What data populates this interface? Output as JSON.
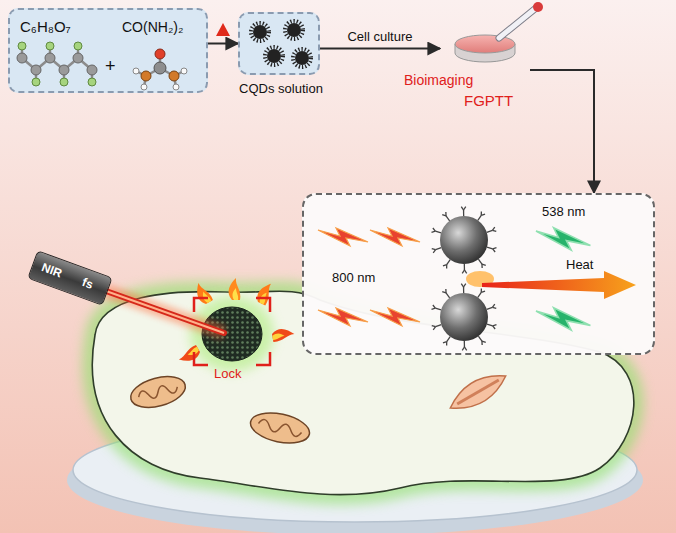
{
  "diagram": {
    "nodes": [
      {
        "text": [
          "C₆H₈O₇",
          "+",
          "CO(NH₂)₂"
        ]
      },
      {
        "text": [
          "CQDs solution"
        ]
      },
      {
        "text": [
          "Bioimaging",
          "FGPTT"
        ]
      },
      {
        "text": [
          "538 nm",
          "800 nm",
          "Heat"
        ]
      },
      {
        "text": [
          "NIR",
          "fs"
        ]
      }
    ],
    "edges": [
      {
        "from": 0,
        "to": 1,
        "arrow": "to"
      },
      {
        "from": 1,
        "to": 2,
        "label": "Cell culture",
        "arrow": "to"
      },
      {
        "from": 2,
        "to": 3,
        "arrow": "to"
      }
    ],
    "labels": [
      "Lock"
    ]
  }
}
